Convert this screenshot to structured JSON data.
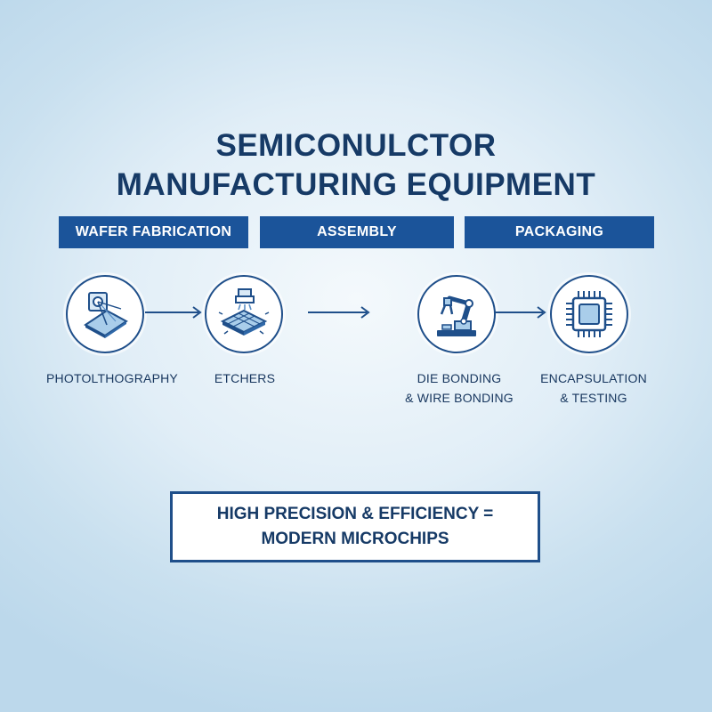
{
  "title": {
    "line1": "SEMICONULCTOR",
    "line2": "MANUFACTURING EQUIPMENT"
  },
  "stages": [
    {
      "label": "WAFER FABRICATION"
    },
    {
      "label": "ASSEMBLY"
    },
    {
      "label": "PACKAGING"
    }
  ],
  "steps": [
    {
      "label_line1": "PHOTOLTHOGRAPHY",
      "label_line2": "",
      "icon": "photolithography-icon"
    },
    {
      "label_line1": "ETCHERS",
      "label_line2": "",
      "icon": "etcher-icon"
    },
    {
      "label_line1": "DIE BONDING",
      "label_line2": "& WIRE BONDING",
      "icon": "robot-arm-icon"
    },
    {
      "label_line1": "ENCAPSULATION",
      "label_line2": "& TESTING",
      "icon": "microchip-icon"
    }
  ],
  "tagline": {
    "line1": "HIGH PRECISION & EFFICIENCY =",
    "line2": "MODERN MICROCHIPS"
  },
  "colors": {
    "primary": "#1b549a",
    "text": "#163a66",
    "accent_light": "#a9cdea"
  }
}
